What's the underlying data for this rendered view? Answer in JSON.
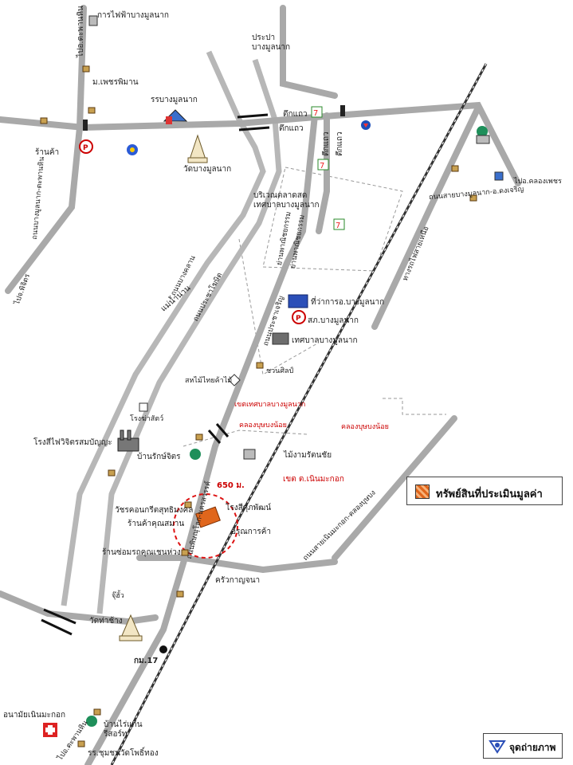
{
  "legend": {
    "label": "ทรัพย์สินที่ประเมินมูลค่า",
    "swatch_color": "#e0661c"
  },
  "photo_point": {
    "label": "จุดถ่ายภาพ",
    "icon": "camera-point-icon"
  },
  "distance_label": "650 ม.",
  "km_marker": "กม.17",
  "labels": {
    "electric_office": "การไฟฟ้าบางมูลนาก",
    "to_thapkhlo": "ไปอ.ตะพานหิน",
    "water_works": "ประปา บางมูลนาก",
    "phetcharat": "ม.เพชรพิมาน",
    "bangmunnak_school": "รรบางมูลนาก",
    "shop_nw": "ร้านค้า",
    "wat_bangmunnak": "วัดบางมูลนาก",
    "shophouse_1": "ตึกแถว",
    "shophouse_2": "ตึกแถว",
    "shophouse_3": "ตึกแถว",
    "shophouse_4": "ตึกแถว",
    "market": "บริเวณตลาดสด เทศบาลบางมูลนาก",
    "to_khlong": "ไปอ.คลองเพชร",
    "road_khlong": "ถนนสายบางมูลนาก-อ.ดงเจริญ",
    "rail_north": "ทางรถไฟสายเหนือ",
    "road_west": "ถนนบางมูลนาก-ตะพานหิน",
    "to_pichit": "ไปจ.พิจิตร",
    "river_road_w": "ถนนบางคลาน",
    "river": "แม่น้ำน่าน",
    "river_road_e": "ถนนประชาโฆษิต",
    "commercial_1": "ย่านพาณิชยกรรม",
    "commercial_2": "ย่านพาณิชยกรรม",
    "district_office": "ที่ว่าการอ.บางมูลนาก",
    "police": "สภ.บางมูลนาก",
    "municipality": "เทศบาลบางมูลนาก",
    "road_pracha": "ถนนประชาเจริญ",
    "thai_wood": "สหไม้ไทยค้าไม้",
    "chuan_house": "ชวนศิลป์",
    "vet_shop": "โรงฆ่าสัตว์",
    "municipal_border": "เขตเทศบาลบางมูลนาก",
    "canal_1": "คลองบุษบงน้อย",
    "canal_2": "คลองบุษบงน้อย",
    "power_plant": "โรงสีไฟวิจิตรสมบัญญะ",
    "rice_mill": "บ้านรักษ์จิตร",
    "wood_shop": "ไม้งามรัตนชัย",
    "sub_district": "เขต ต.เนินมะกอก",
    "pichit_road": "ถนนสายเนินมะกอก-คลองบุษบง",
    "wat_sanam": "วัชรคอนกรีตสุทธิมงคล",
    "shop_khun": "ร้านค้าคุณสมาน",
    "workshop": "ร้านซ่อมรถคุณเชนห่วง",
    "arunkan": "อรุณการค้า",
    "chokdee": "โรงสีศุภพัฒน์",
    "kruea": "ครัวกาญจนา",
    "house_south": "จุ๊ฮั้ว",
    "wat_thachang": "วัดท่าช้าง",
    "health_center": "อนามัยเนินมะกอก",
    "road_117": "ไปอ.ตะพานหิน",
    "ban_nern": "บ้านไร่แก่น รีสอร์ท",
    "school_south": "รร.ชุมชนวัดโพธิ์ทอง",
    "highway_117": "ถนนพิษณุโลก-นครสวรรค์"
  }
}
